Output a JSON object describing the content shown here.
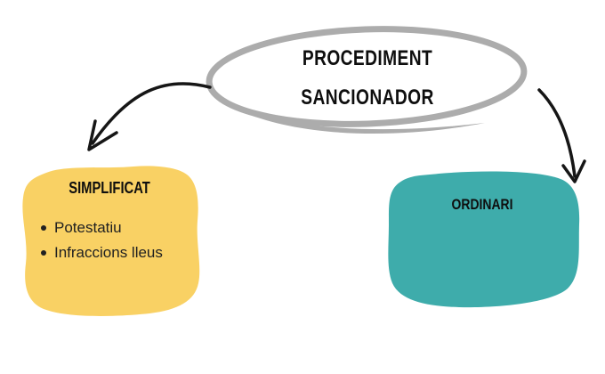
{
  "diagram": {
    "center_label": {
      "line1": "PROCEDIMENT",
      "line2": "SANCIONADOR"
    },
    "left_box": {
      "title": "SIMPLIFICAT",
      "bullets": [
        "Potestatiu",
        "Infraccions lleus"
      ]
    },
    "right_box": {
      "title": "ORDINARI"
    },
    "colors": {
      "yellow_fill": "#F9D164",
      "teal_fill": "#3EACAB",
      "ellipse_stroke": "#ACACAC",
      "arrow_color": "#161616",
      "text_color": "#0E0E0E",
      "bullet_text_color": "#212121",
      "background": "#FFFFFF"
    }
  }
}
